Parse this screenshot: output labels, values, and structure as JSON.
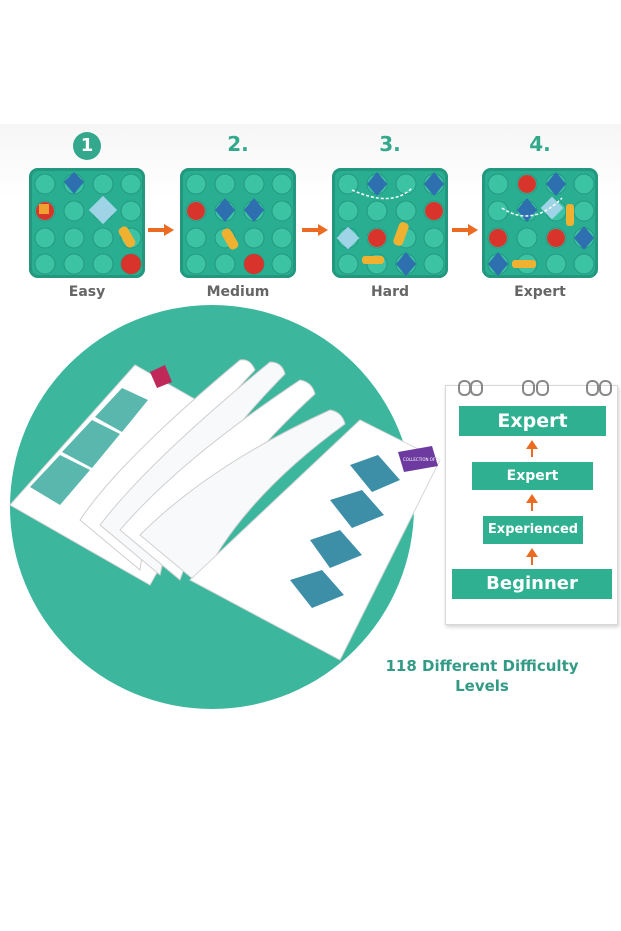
{
  "steps": [
    {
      "number": "1",
      "level": "Easy"
    },
    {
      "number": "2.",
      "level": "Medium"
    },
    {
      "number": "3.",
      "level": "Hard"
    },
    {
      "number": "4.",
      "level": "Expert"
    }
  ],
  "book": {
    "tag_left": "",
    "tag_right": "COLLECTION OF SOLUTIONS"
  },
  "levels_panel": {
    "items": [
      "Expert",
      "Expert",
      "Experienced",
      "Beginner"
    ]
  },
  "caption": {
    "line1": "118 Different Difficulty",
    "line2": "Levels"
  },
  "colors": {
    "teal": "#3cb69c",
    "board": "#2aae92",
    "orange_arrow": "#ec6b22",
    "red_piece": "#d8342b",
    "blue_piece": "#2e6fb0"
  }
}
